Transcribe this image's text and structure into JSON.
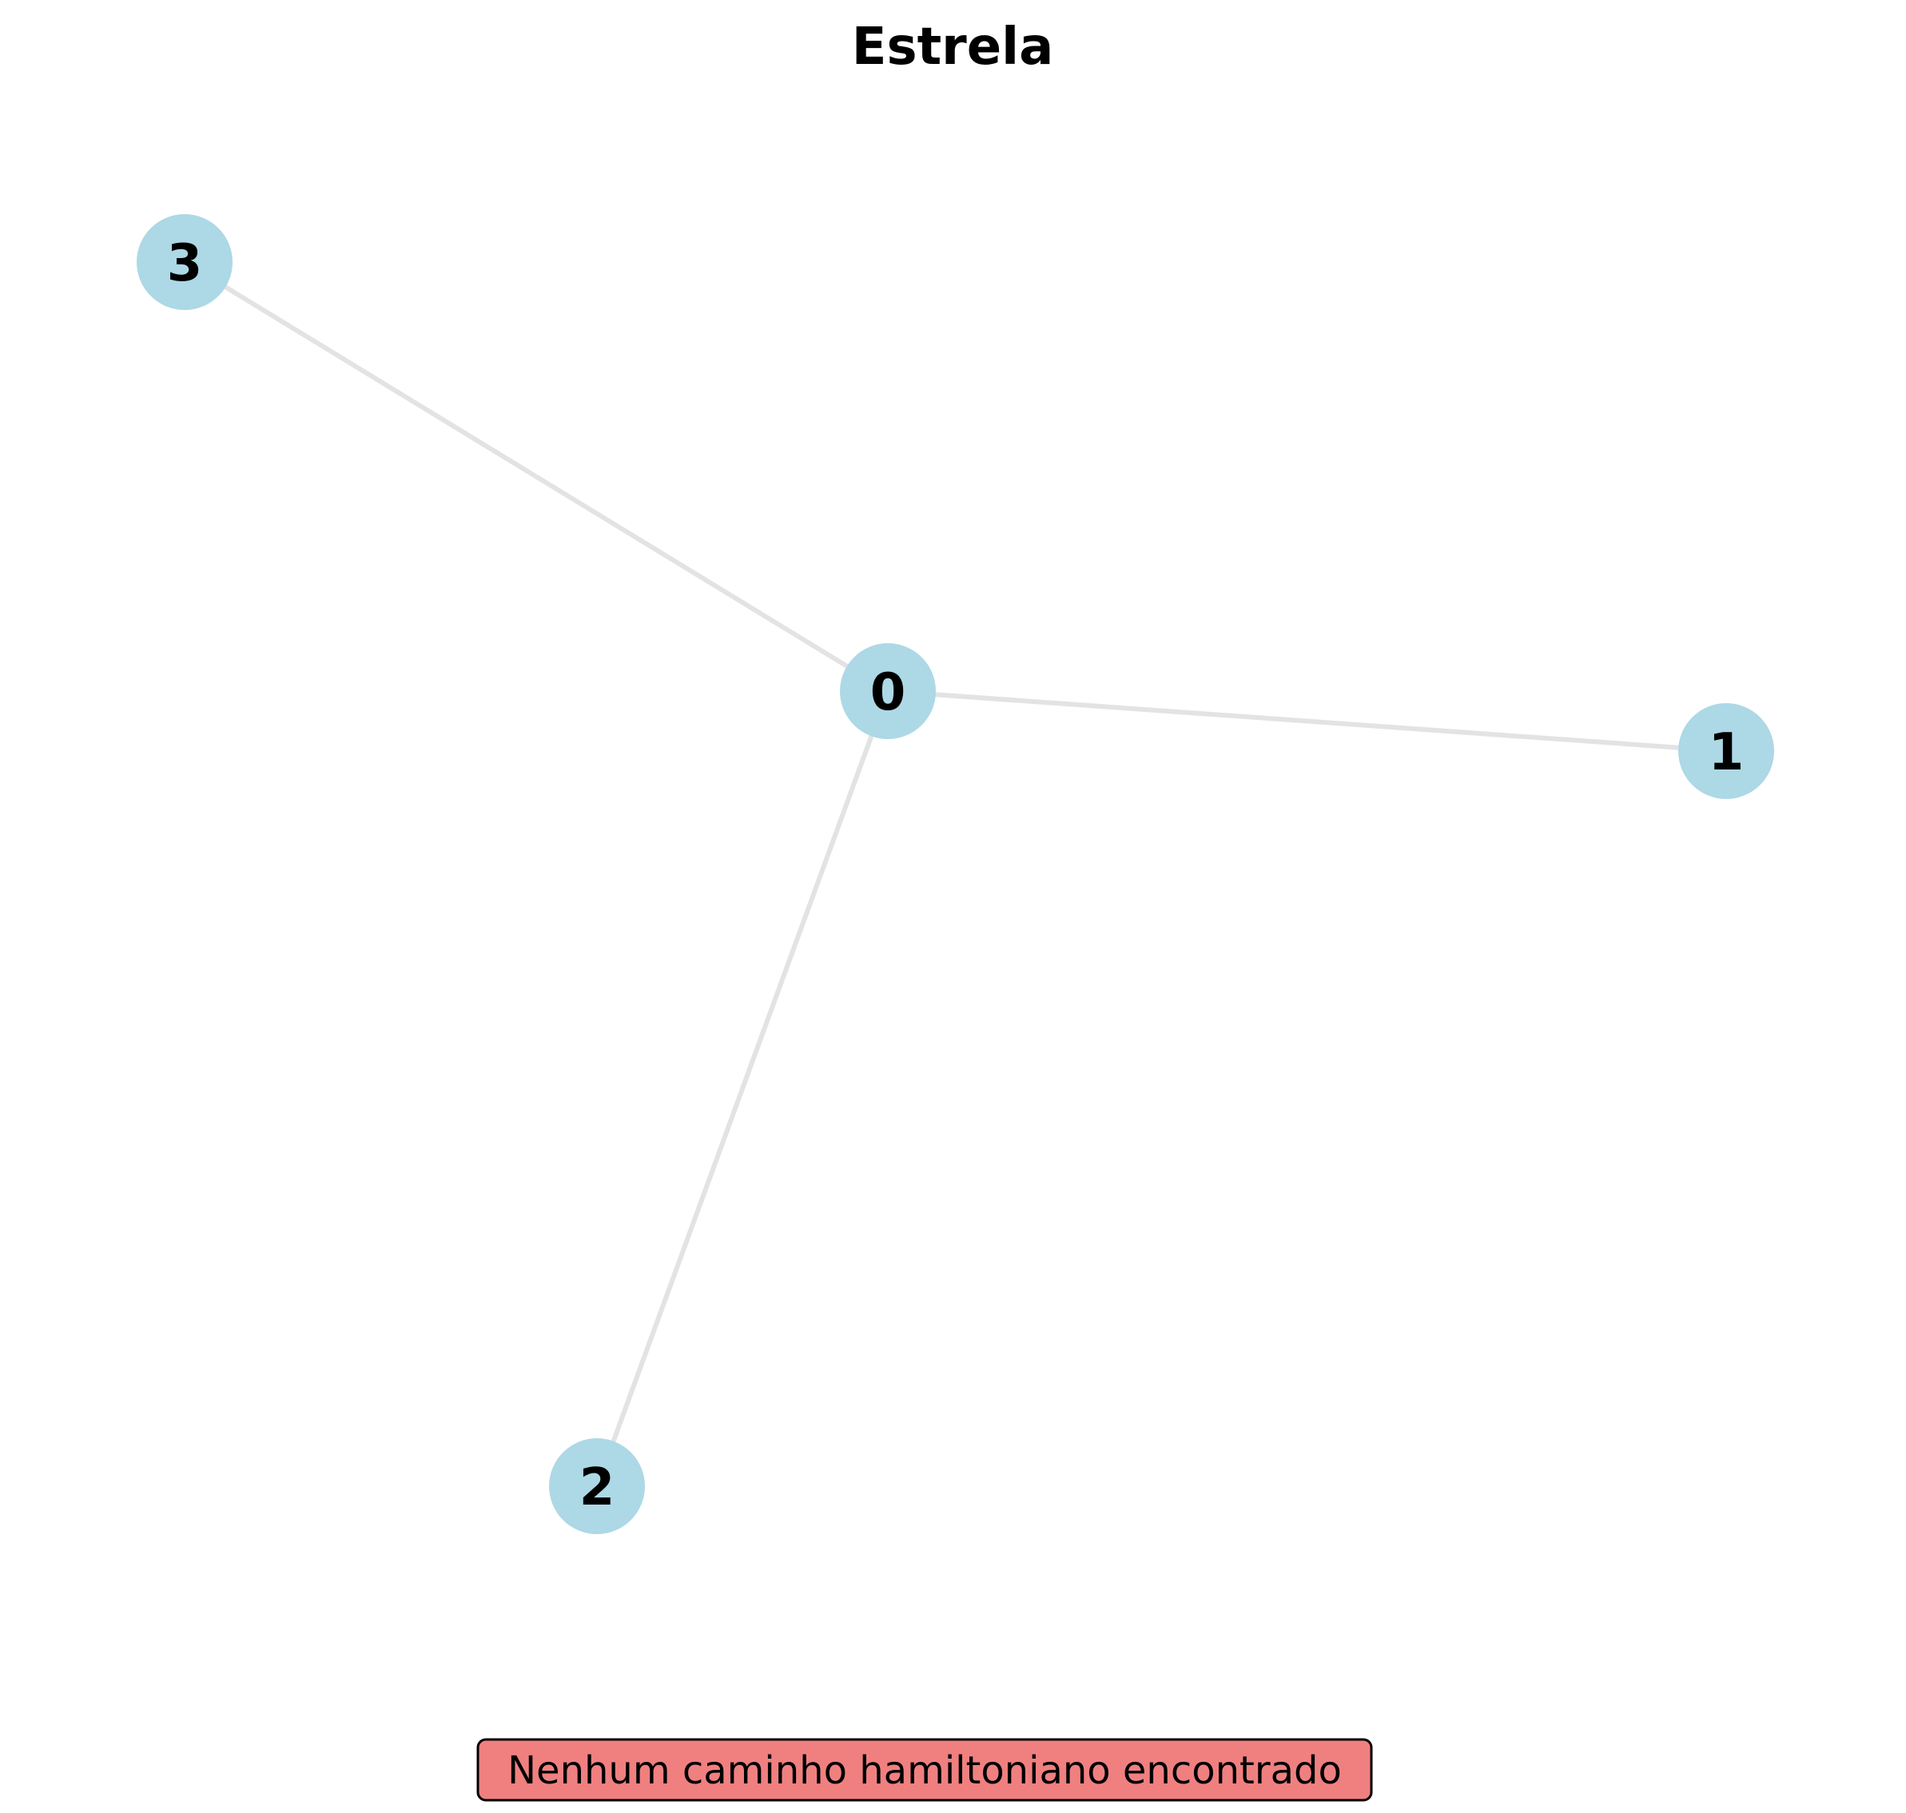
{
  "diagram": {
    "title": "Estrela",
    "nodes": [
      {
        "id": "0",
        "label": "0"
      },
      {
        "id": "1",
        "label": "1"
      },
      {
        "id": "2",
        "label": "2"
      },
      {
        "id": "3",
        "label": "3"
      }
    ],
    "edges": [
      {
        "source": "0",
        "target": "1"
      },
      {
        "source": "0",
        "target": "2"
      },
      {
        "source": "0",
        "target": "3"
      }
    ],
    "status_message": "Nenhum caminho hamiltoniano encontrado",
    "colors": {
      "node_fill": "#add8e6",
      "edge_stroke": "#e3e3e3",
      "status_fill": "#f08080",
      "status_border": "#000000"
    }
  }
}
